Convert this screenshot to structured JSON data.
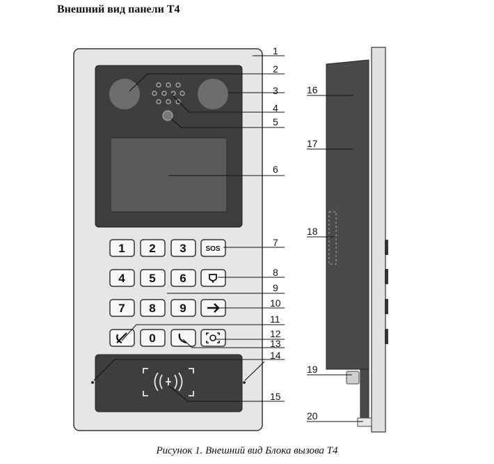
{
  "title": "Внешний вид панели Т4",
  "caption": "Рисунок 1. Внешний вид Блока вызова Т4",
  "keys": [
    "1",
    "2",
    "3",
    "SOS",
    "4",
    "5",
    "6",
    "",
    "7",
    "8",
    "9",
    "",
    "",
    "0",
    "",
    ""
  ],
  "callouts": [
    "1",
    "2",
    "3",
    "4",
    "5",
    "6",
    "7",
    "8",
    "9",
    "10",
    "11",
    "12",
    "13",
    "14",
    "15",
    "16",
    "17",
    "18",
    "19",
    "20"
  ]
}
